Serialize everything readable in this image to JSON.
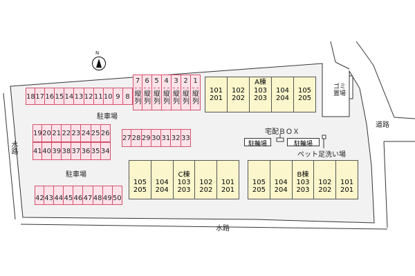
{
  "compass": {
    "label": "N"
  },
  "labels": {
    "parking1": "駐車場",
    "parking2": "駐車場",
    "delivery_box": "宅配ＢＯＸ",
    "bike1": "駐輪場",
    "bike2": "駐輪場",
    "pet": "ペット足洗い場",
    "road": "道路",
    "water_left": "水路",
    "water_bottom": "水路",
    "garbage": "ゴミ置場"
  },
  "parking": {
    "top_row": [
      "18",
      "17",
      "16",
      "15",
      "14",
      "13",
      "12",
      "11",
      "10",
      "9",
      "8"
    ],
    "tandem_row": [
      "7",
      "6",
      "5",
      "4",
      "3",
      "2",
      "1"
    ],
    "tandem_label": "縦列",
    "mid_upper": [
      "19",
      "20",
      "21",
      "22",
      "23",
      "24",
      "25",
      "26"
    ],
    "mid_lower": [
      "41",
      "40",
      "39",
      "38",
      "37",
      "36",
      "35",
      "34"
    ],
    "mid_right": [
      "27",
      "28",
      "29",
      "30",
      "31",
      "32",
      "33"
    ],
    "bottom": [
      "42",
      "43",
      "44",
      "45",
      "46",
      "47",
      "48",
      "49",
      "50"
    ]
  },
  "buildings": [
    {
      "name": "A棟",
      "units": [
        [
          "101",
          "201"
        ],
        [
          "102",
          "202"
        ],
        [
          "103",
          "203"
        ],
        [
          "104",
          "204"
        ],
        [
          "105",
          "205"
        ]
      ],
      "name_unit": 2
    },
    {
      "name": "C棟",
      "units": [
        [
          "105",
          "205"
        ],
        [
          "104",
          "204"
        ],
        [
          "103",
          "203"
        ],
        [
          "102",
          "202"
        ],
        [
          "101",
          "201"
        ]
      ],
      "name_unit": 2
    },
    {
      "name": "B棟",
      "units": [
        [
          "105",
          "205"
        ],
        [
          "104",
          "204"
        ],
        [
          "103",
          "203"
        ],
        [
          "102",
          "202"
        ],
        [
          "101",
          "201"
        ]
      ],
      "name_unit": 2
    }
  ]
}
